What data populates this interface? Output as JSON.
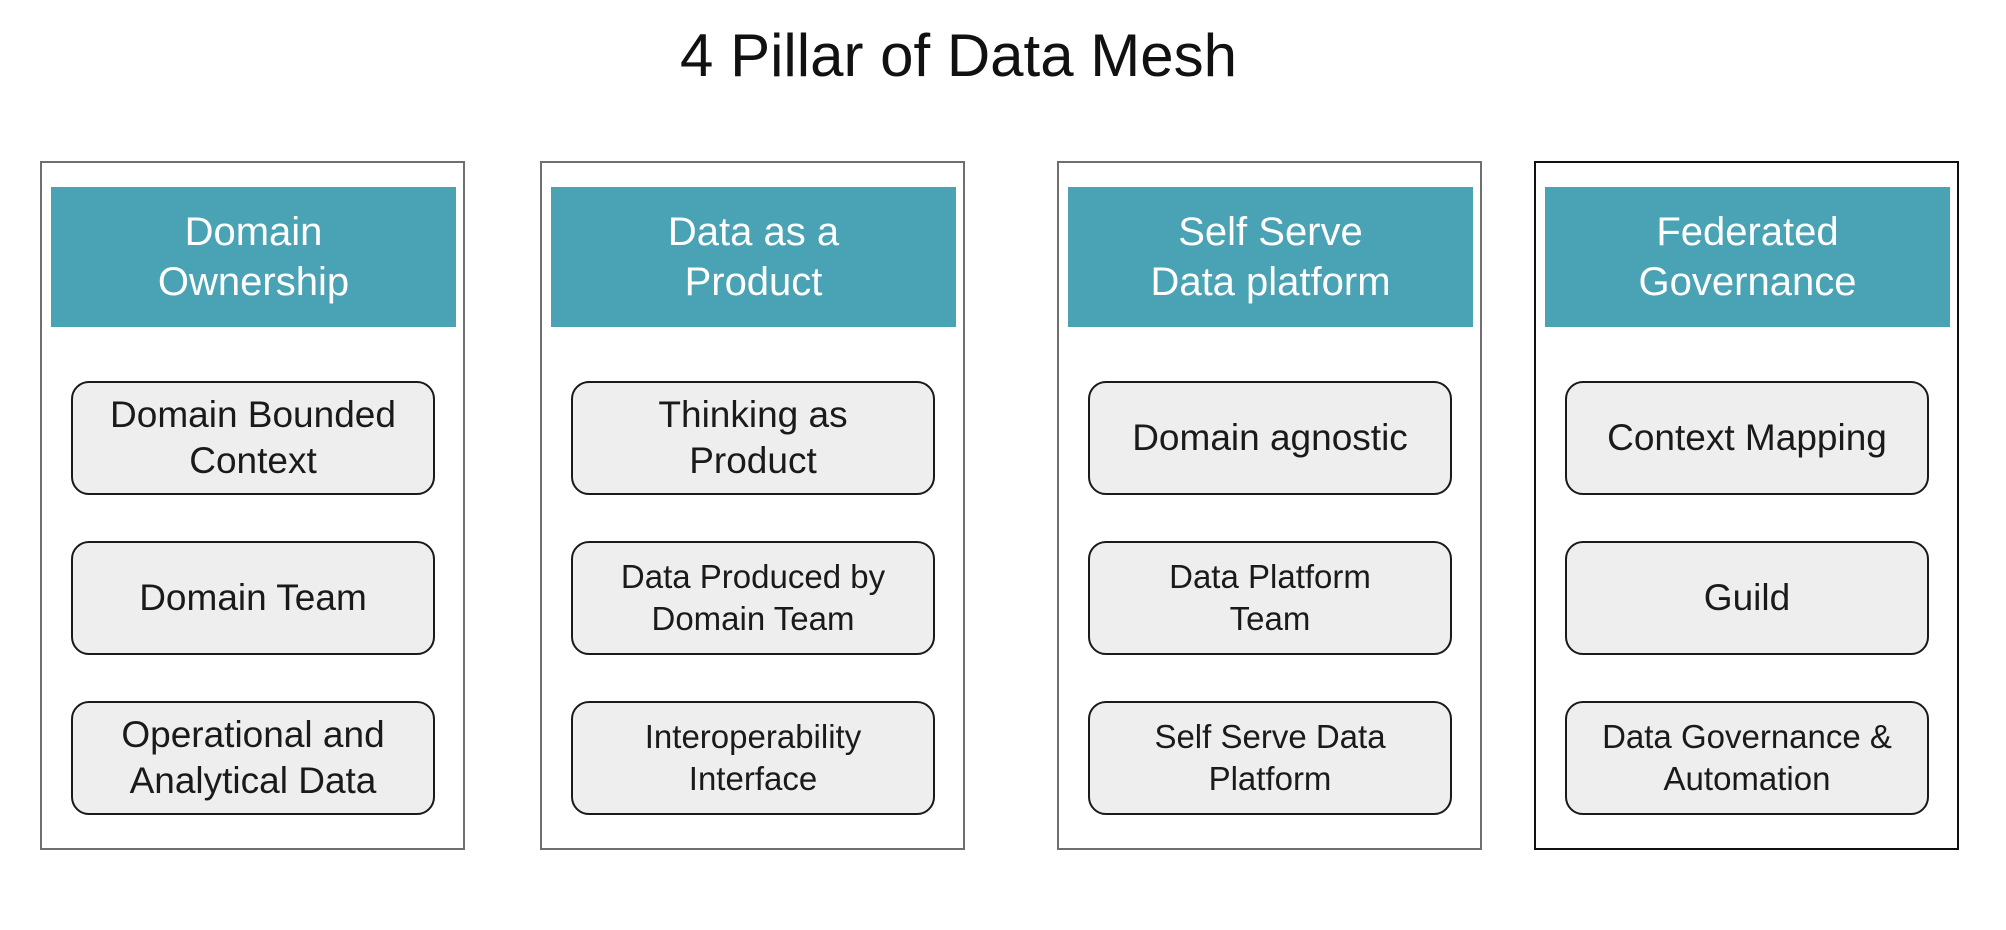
{
  "title": "4 Pillar of Data Mesh",
  "colors": {
    "header_fill": "#4aa3b4",
    "header_text": "#ffffff",
    "item_fill": "#eeeeee",
    "item_border": "#1a1a1a"
  },
  "pillars": [
    {
      "header": [
        "Domain",
        "Ownership"
      ],
      "items": [
        [
          "Domain Bounded",
          "Context"
        ],
        [
          "Domain Team"
        ],
        [
          "Operational and",
          "Analytical Data"
        ]
      ]
    },
    {
      "header": [
        "Data as a",
        "Product"
      ],
      "items": [
        [
          "Thinking as",
          "Product"
        ],
        [
          "Data Produced by",
          "Domain Team"
        ],
        [
          "Interoperability",
          "Interface"
        ]
      ]
    },
    {
      "header": [
        "Self Serve",
        "Data platform"
      ],
      "items": [
        [
          "Domain agnostic"
        ],
        [
          "Data Platform",
          "Team"
        ],
        [
          "Self Serve Data",
          "Platform"
        ]
      ]
    },
    {
      "header": [
        "Federated",
        "Governance"
      ],
      "items": [
        [
          "Context Mapping"
        ],
        [
          "Guild"
        ],
        [
          "Data Governance &",
          "Automation"
        ]
      ]
    }
  ]
}
